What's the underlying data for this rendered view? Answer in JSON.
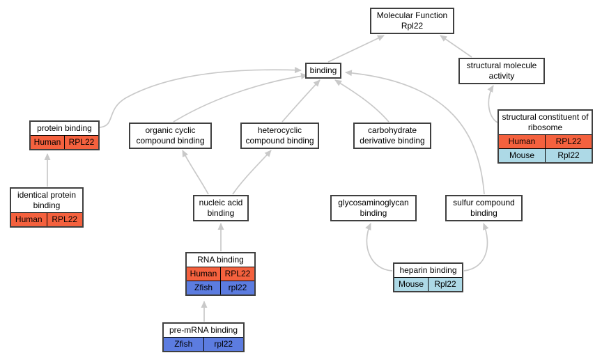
{
  "colors": {
    "human_fill": "#f4613e",
    "zfish_fill": "#5c7ce0",
    "mouse_fill": "#add9e6",
    "edge": "#c9c9c9",
    "node_border": "#3f3f3f",
    "node_bg": "#ffffff"
  },
  "nodes": [
    {
      "id": "molecular-function-rpl22",
      "label": "Molecular Function Rpl22",
      "rows": []
    },
    {
      "id": "binding",
      "label": "binding",
      "rows": []
    },
    {
      "id": "structural-molecule-activity",
      "label": "structural molecule activity",
      "rows": []
    },
    {
      "id": "protein-binding",
      "label": "protein binding",
      "rows": [
        {
          "species": "Human",
          "gene": "RPL22",
          "color": "human"
        }
      ]
    },
    {
      "id": "organic-cyclic-compound-binding",
      "label": "organic cyclic compound binding",
      "rows": []
    },
    {
      "id": "heterocyclic-compound-binding",
      "label": "heterocyclic compound binding",
      "rows": []
    },
    {
      "id": "carbohydrate-derivative-binding",
      "label": "carbohydrate derivative binding",
      "rows": []
    },
    {
      "id": "structural-constituent-of-ribosome",
      "label": "structural constituent of ribosome",
      "rows": [
        {
          "species": "Human",
          "gene": "RPL22",
          "color": "human"
        },
        {
          "species": "Mouse",
          "gene": "Rpl22",
          "color": "mouse"
        }
      ]
    },
    {
      "id": "identical-protein-binding",
      "label": "identical protein binding",
      "rows": [
        {
          "species": "Human",
          "gene": "RPL22",
          "color": "human"
        }
      ]
    },
    {
      "id": "nucleic-acid-binding",
      "label": "nucleic acid binding",
      "rows": []
    },
    {
      "id": "glycosaminoglycan-binding",
      "label": "glycosaminoglycan binding",
      "rows": []
    },
    {
      "id": "sulfur-compound-binding",
      "label": "sulfur compound binding",
      "rows": []
    },
    {
      "id": "rna-binding",
      "label": "RNA binding",
      "rows": [
        {
          "species": "Human",
          "gene": "RPL22",
          "color": "human"
        },
        {
          "species": "Zfish",
          "gene": "rpl22",
          "color": "zfish"
        }
      ]
    },
    {
      "id": "heparin-binding",
      "label": "heparin binding",
      "rows": [
        {
          "species": "Mouse",
          "gene": "Rpl22",
          "color": "mouse"
        }
      ]
    },
    {
      "id": "pre-mrna-binding",
      "label": "pre-mRNA binding",
      "rows": [
        {
          "species": "Zfish",
          "gene": "rpl22",
          "color": "zfish"
        }
      ]
    }
  ],
  "edges": [
    {
      "from": "binding",
      "to": "molecular-function-rpl22"
    },
    {
      "from": "structural-molecule-activity",
      "to": "molecular-function-rpl22"
    },
    {
      "from": "protein-binding",
      "to": "binding"
    },
    {
      "from": "organic-cyclic-compound-binding",
      "to": "binding"
    },
    {
      "from": "heterocyclic-compound-binding",
      "to": "binding"
    },
    {
      "from": "carbohydrate-derivative-binding",
      "to": "binding"
    },
    {
      "from": "sulfur-compound-binding",
      "to": "binding"
    },
    {
      "from": "structural-constituent-of-ribosome",
      "to": "structural-molecule-activity"
    },
    {
      "from": "identical-protein-binding",
      "to": "protein-binding"
    },
    {
      "from": "nucleic-acid-binding",
      "to": "organic-cyclic-compound-binding"
    },
    {
      "from": "nucleic-acid-binding",
      "to": "heterocyclic-compound-binding"
    },
    {
      "from": "rna-binding",
      "to": "nucleic-acid-binding"
    },
    {
      "from": "pre-mrna-binding",
      "to": "rna-binding"
    },
    {
      "from": "heparin-binding",
      "to": "glycosaminoglycan-binding"
    },
    {
      "from": "heparin-binding",
      "to": "sulfur-compound-binding"
    }
  ]
}
